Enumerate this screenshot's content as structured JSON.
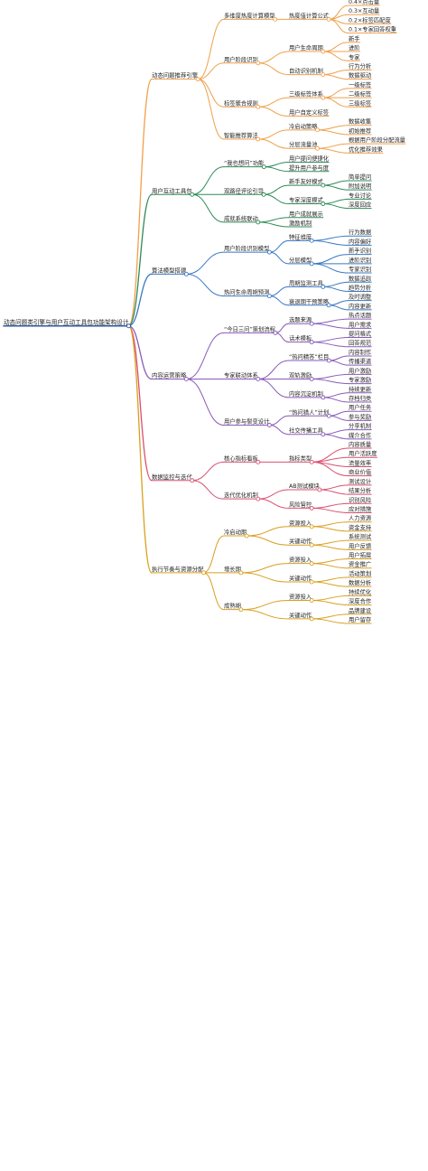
{
  "root": "动态问题类引擎与用户互动工具包功能架构设计",
  "palette": [
    "#f0a04b",
    "#2e8b57",
    "#3a78c2",
    "#8a5ab8",
    "#d94f70",
    "#d8a020",
    "#3aa7a0",
    "#e07b39",
    "#7db342",
    "#c05fc9",
    "#e8c531",
    "#5c8fd6"
  ],
  "nodes": {
    "label": "动态问题类引擎与用户互动工具包功能架构设计",
    "children": [
      {
        "label": "动态问题推荐引擎",
        "children": [
          {
            "label": "多维度热度计算模型",
            "children": [
              {
                "label": "热度值计算公式",
                "children": [
                  {
                    "label": "0.4×点击量"
                  },
                  {
                    "label": "0.3×互动量"
                  },
                  {
                    "label": "0.2×标签匹配度"
                  },
                  {
                    "label": "0.1×专家回答权重"
                  }
                ]
              }
            ]
          },
          {
            "label": "用户阶段识别",
            "children": [
              {
                "label": "用户生命周期",
                "children": [
                  {
                    "label": "新手"
                  },
                  {
                    "label": "进阶"
                  },
                  {
                    "label": "专家"
                  }
                ]
              },
              {
                "label": "自动识别机制",
                "children": [
                  {
                    "label": "行为分析"
                  },
                  {
                    "label": "数据驱动"
                  }
                ]
              }
            ]
          },
          {
            "label": "标签聚合规则",
            "children": [
              {
                "label": "三级标签体系",
                "children": [
                  {
                    "label": "一级标签"
                  },
                  {
                    "label": "二级标签"
                  },
                  {
                    "label": "三级标签"
                  }
                ]
              },
              {
                "label": "用户自定义标签"
              }
            ]
          },
          {
            "label": "智能推荐算法",
            "children": [
              {
                "label": "冷启动策略",
                "children": [
                  {
                    "label": "数据收集"
                  },
                  {
                    "label": "初始推荐"
                  }
                ]
              },
              {
                "label": "分层流量池",
                "children": [
                  {
                    "label": "根据用户阶段分配流量"
                  },
                  {
                    "label": "优化推荐效果"
                  }
                ]
              }
            ]
          }
        ]
      },
      {
        "label": "用户互动工具包",
        "children": [
          {
            "label": "“我也想问”功能",
            "children": [
              {
                "label": "用户提问便捷化"
              },
              {
                "label": "提升用户参与度"
              }
            ]
          },
          {
            "label": "双路径评论引导",
            "children": [
              {
                "label": "新手友好模式",
                "children": [
                  {
                    "label": "简单提问"
                  },
                  {
                    "label": "附加说明"
                  }
                ]
              },
              {
                "label": "专家深度模式",
                "children": [
                  {
                    "label": "专业讨论"
                  },
                  {
                    "label": "深度回应"
                  }
                ]
              }
            ]
          },
          {
            "label": "成就系统联动",
            "children": [
              {
                "label": "用户成就展示"
              },
              {
                "label": "激励机制"
              }
            ]
          }
        ]
      },
      {
        "label": "算法模型搭建",
        "children": [
          {
            "label": "用户阶段识别模型",
            "children": [
              {
                "label": "特征维度",
                "children": [
                  {
                    "label": "行为数据"
                  },
                  {
                    "label": "内容偏好"
                  }
                ]
              },
              {
                "label": "分层模型",
                "children": [
                  {
                    "label": "新手识别"
                  },
                  {
                    "label": "进阶识别"
                  },
                  {
                    "label": "专家识别"
                  }
                ]
              }
            ]
          },
          {
            "label": "热问生命周期预测",
            "children": [
              {
                "label": "周期监测工具",
                "children": [
                  {
                    "label": "数据追踪"
                  },
                  {
                    "label": "趋势分析"
                  }
                ]
              },
              {
                "label": "衰退期干预策略",
                "children": [
                  {
                    "label": "及时调整"
                  },
                  {
                    "label": "内容更新"
                  }
                ]
              }
            ]
          }
        ]
      },
      {
        "label": "内容运营策略",
        "children": [
          {
            "label": "“今日三问”策划流程",
            "children": [
              {
                "label": "选题来源",
                "children": [
                  {
                    "label": "热点话题"
                  },
                  {
                    "label": "用户需求"
                  }
                ]
              },
              {
                "label": "话术模板",
                "children": [
                  {
                    "label": "提问格式"
                  },
                  {
                    "label": "回答规范"
                  }
                ]
              }
            ]
          },
          {
            "label": "专家联动体系",
            "children": [
              {
                "label": "“热问精答”栏目",
                "children": [
                  {
                    "label": "内容制作"
                  },
                  {
                    "label": "传播渠道"
                  }
                ]
              },
              {
                "label": "双轨激励",
                "children": [
                  {
                    "label": "用户激励"
                  },
                  {
                    "label": "专家激励"
                  }
                ]
              },
              {
                "label": "内容沉淀机制",
                "children": [
                  {
                    "label": "持续更新"
                  },
                  {
                    "label": "存档归类"
                  }
                ]
              }
            ]
          },
          {
            "label": "用户参与裂变设计",
            "children": [
              {
                "label": "“热问猎人”计划",
                "children": [
                  {
                    "label": "用户任务"
                  },
                  {
                    "label": "参与奖励"
                  }
                ]
              },
              {
                "label": "社交传播工具",
                "children": [
                  {
                    "label": "分享机制"
                  },
                  {
                    "label": "媒介合作"
                  }
                ]
              }
            ]
          }
        ]
      },
      {
        "label": "数据监控与迭代",
        "children": [
          {
            "label": "核心指标看板",
            "children": [
              {
                "label": "指标类型",
                "children": [
                  {
                    "label": "内容质量"
                  },
                  {
                    "label": "用户活跃度"
                  },
                  {
                    "label": "流量效率"
                  },
                  {
                    "label": "商业价值"
                  }
                ]
              }
            ]
          },
          {
            "label": "迭代优化机制",
            "children": [
              {
                "label": "AB测试模块",
                "children": [
                  {
                    "label": "测试设计"
                  },
                  {
                    "label": "结果分析"
                  }
                ]
              },
              {
                "label": "风险管控",
                "children": [
                  {
                    "label": "识别风险"
                  },
                  {
                    "label": "应对措施"
                  }
                ]
              }
            ]
          }
        ]
      },
      {
        "label": "执行节奏与资源分配",
        "children": [
          {
            "label": "冷启动期",
            "children": [
              {
                "label": "资源投入",
                "children": [
                  {
                    "label": "人力资源"
                  },
                  {
                    "label": "资金支持"
                  }
                ]
              },
              {
                "label": "关键动作",
                "children": [
                  {
                    "label": "系统测试"
                  },
                  {
                    "label": "用户反馈"
                  }
                ]
              }
            ]
          },
          {
            "label": "增长期",
            "children": [
              {
                "label": "资源投入",
                "children": [
                  {
                    "label": "用户拓展"
                  },
                  {
                    "label": "资金推广"
                  }
                ]
              },
              {
                "label": "关键动作",
                "children": [
                  {
                    "label": "活动策划"
                  },
                  {
                    "label": "数据分析"
                  }
                ]
              }
            ]
          },
          {
            "label": "成熟期",
            "children": [
              {
                "label": "资源投入",
                "children": [
                  {
                    "label": "持续优化"
                  },
                  {
                    "label": "深度合作"
                  }
                ]
              },
              {
                "label": "关键动作",
                "children": [
                  {
                    "label": "品牌建设"
                  },
                  {
                    "label": "用户留存"
                  }
                ]
              }
            ]
          }
        ]
      }
    ]
  }
}
